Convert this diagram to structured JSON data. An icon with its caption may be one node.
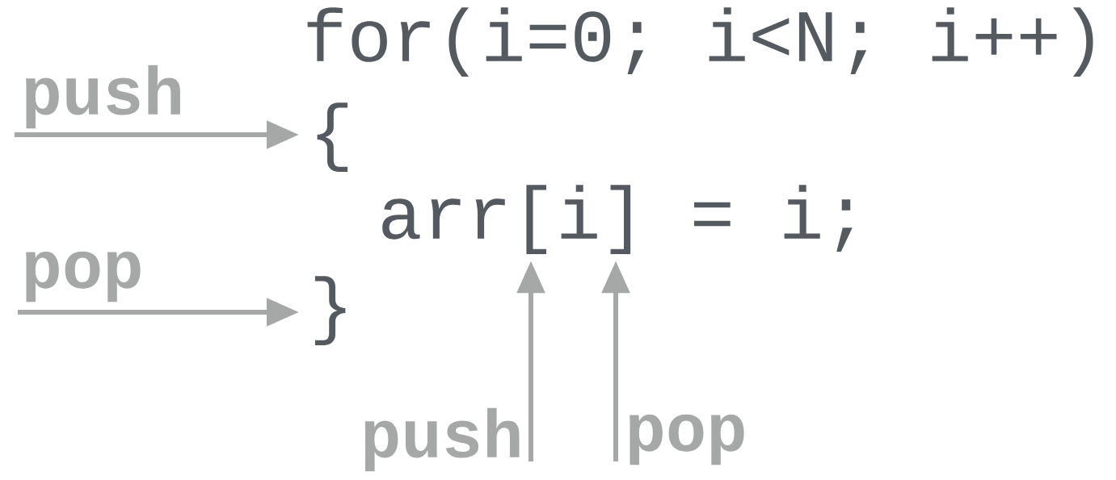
{
  "diagram": {
    "nodes": [
      {
        "text": [
          "for(i=0; i<N; i++)"
        ]
      },
      {
        "text": [
          "{"
        ]
      },
      {
        "text": [
          "arr[i] = i;"
        ]
      },
      {
        "text": [
          "}"
        ]
      }
    ],
    "edges": [
      {
        "from": null,
        "to": 1,
        "arrow": "to",
        "label": "push"
      },
      {
        "from": null,
        "to": 3,
        "arrow": "to",
        "label": "pop"
      },
      {
        "from": null,
        "to": 2,
        "arrow": "to",
        "label": "push"
      },
      {
        "from": null,
        "to": 2,
        "arrow": "to",
        "label": "pop"
      }
    ]
  }
}
